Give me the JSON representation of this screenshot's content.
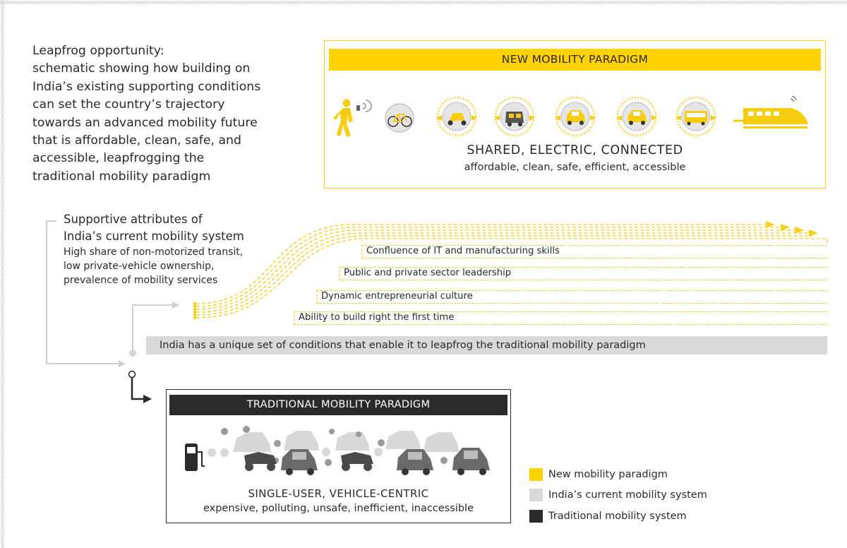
{
  "colors": {
    "new": "#ffd200",
    "current": "#d9d9d9",
    "traditional": "#2a2a2a"
  },
  "intro": {
    "lines": [
      "Leapfrog opportunity:",
      "schematic showing how building on",
      "India’s existing supporting conditions",
      "can set the country’s trajectory",
      "towards an advanced mobility future",
      "that is affordable, clean, safe, and",
      "accessible, leapfrogging the",
      "traditional mobility paradigm"
    ]
  },
  "new_paradigm": {
    "header": "NEW MOBILITY PARADIGM",
    "title": "SHARED, ELECTRIC, CONNECTED",
    "subtitle": "affordable, clean, safe, efficient, accessible",
    "icons": [
      "pedestrian-icon",
      "bicycle-icon",
      "electric-scooter-icon",
      "electric-rickshaw-icon",
      "electric-car-icon",
      "electric-car-icon",
      "electric-bus-icon",
      "train-icon"
    ]
  },
  "supportive": {
    "title_lines": [
      "Supportive attributes of",
      "India’s current mobility system"
    ],
    "sub_lines": [
      "High share of non-motorized transit,",
      "low private-vehicle ownership,",
      "prevalence of mobility services"
    ]
  },
  "conditions": [
    "Confluence of IT and manufacturing skills",
    "Public and private sector leadership",
    "Dynamic entrepreneurial culture",
    "Ability to build right the first time"
  ],
  "conditions_bar": "India has a unique set of conditions that enable it to leapfrog the traditional mobility paradigm",
  "traditional": {
    "header": "TRADITIONAL MOBILITY PARADIGM",
    "title": "SINGLE-USER, VEHICLE-CENTRIC",
    "subtitle": "expensive, polluting, unsafe, inefficient, inaccessible"
  },
  "legend": [
    {
      "label": "New mobility paradigm",
      "color": "#ffd200"
    },
    {
      "label": "India’s current mobility system",
      "color": "#d9d9d9"
    },
    {
      "label": "Traditional mobility system",
      "color": "#2a2a2a"
    }
  ]
}
